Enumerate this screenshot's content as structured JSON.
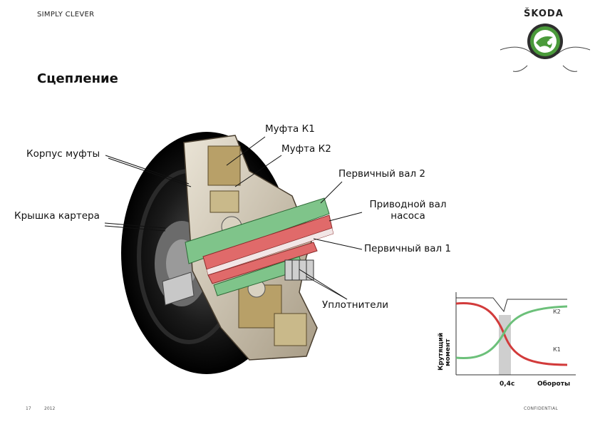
{
  "header": {
    "slogan": "SIMPLY CLEVER",
    "brand": "ŠKODA"
  },
  "title": "Сцепление",
  "labels": {
    "clutch_k1": "Муфта К1",
    "clutch_k2": "Муфта К2",
    "clutch_housing": "Корпус муфты",
    "input_shaft_2": "Первичный вал 2",
    "pump_drive_shaft": "Приводной вал насоса",
    "pump_drive_shaft_line1": "Приводной вал",
    "pump_drive_shaft_line2": "насоса",
    "crankcase_cover": "Крышка картера",
    "input_shaft_1": "Первичный вал 1",
    "seals": "Уплотнители"
  },
  "chart": {
    "ylabel_line1": "Крутящий",
    "ylabel_line2": "момент",
    "xlabel": "Обороты",
    "time_label": "0,4с",
    "curve_k2": "К2",
    "curve_k1": "К1",
    "colors": {
      "red": "#d23b3b",
      "green": "#6cc07a",
      "band": "#cfcfcf"
    }
  },
  "chart_data": {
    "type": "line",
    "title": "",
    "xlabel": "Обороты",
    "ylabel": "Крутящий момент",
    "series": [
      {
        "name": "К2",
        "color": "#6cc07a",
        "shape": "rising sigmoid"
      },
      {
        "name": "К1",
        "color": "#d23b3b",
        "shape": "falling sigmoid"
      }
    ],
    "annotations": [
      "0,4с"
    ]
  },
  "footer": {
    "page": "17",
    "year": "2012",
    "confidential": "CONFIDENTIAL"
  },
  "colors": {
    "brand_green": "#4a9a3a",
    "shaft_red": "#e06a6a",
    "shaft_green": "#7fc48a"
  }
}
